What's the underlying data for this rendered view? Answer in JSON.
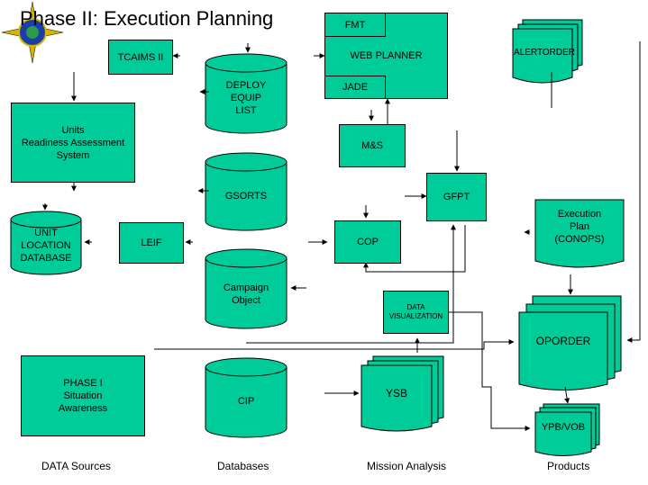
{
  "title": "Phase II:  Execution Planning",
  "colors": {
    "fill": "#00cc99",
    "stroke": "#000000",
    "emblem_blue": "#1b3fa8",
    "emblem_gold": "#d8b400"
  },
  "nodes": {
    "tcaims": "TCAIMS II",
    "deploy_equip": [
      "DEPLOY",
      "EQUIP",
      "LIST"
    ],
    "units_readiness": [
      "Units",
      "Readiness Assessment",
      "System"
    ],
    "gsorts": "GSORTS",
    "unit_location": [
      "UNIT",
      "LOCATION",
      "DATABASE"
    ],
    "leif": "LEIF",
    "campaign_object": [
      "Campaign",
      "Object"
    ],
    "phase1": [
      "PHASE I",
      "Situation",
      "Awareness"
    ],
    "cip": "CIP",
    "fmt": "FMT",
    "web_planner": "WEB PLANNER",
    "jade": "JADE",
    "ms": "M&S",
    "gfpt": "GFPT",
    "cop": "COP",
    "data_viz": [
      "DATA",
      "VISUALIZATION"
    ],
    "ysb": "YSB",
    "alert_order": "ALERTORDER",
    "execution_plan": [
      "Execution",
      "Plan",
      "(CONOPS)"
    ],
    "oporder": "OPORDER",
    "ypb_vob": "YPB/VOB"
  },
  "footer": {
    "data_sources": "DATA Sources",
    "databases": "Databases",
    "mission_analysis": "Mission Analysis",
    "products": "Products"
  }
}
